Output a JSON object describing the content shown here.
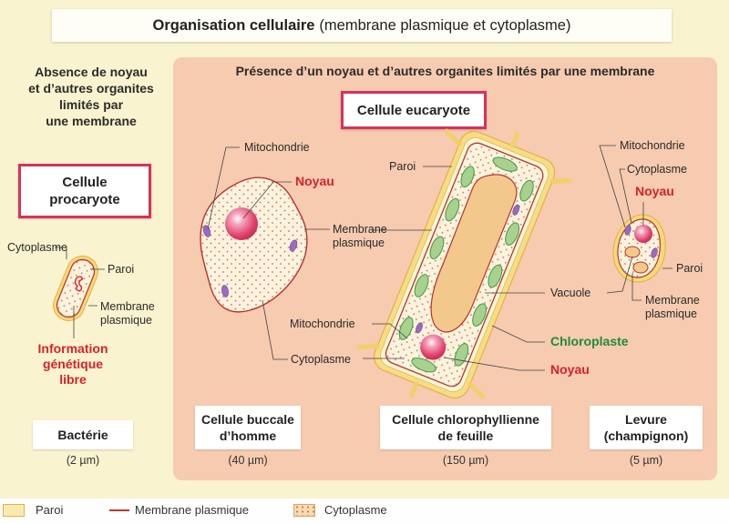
{
  "title": {
    "bold": "Organisation cellulaire",
    "rest": "(membrane plasmique et cytoplasme)"
  },
  "prokaryote": {
    "heading": [
      "Absence de noyau",
      "et d’autres organites",
      "limités par",
      "une membrane"
    ],
    "tag": [
      "Cellule",
      "procaryote"
    ],
    "labels": {
      "cytoplasme": "Cytoplasme",
      "paroi": "Paroi",
      "membrane": [
        "Membrane",
        "plasmique"
      ],
      "info": [
        "Information",
        "génétique",
        "libre"
      ]
    },
    "name": "Bactérie",
    "size": "(2 µm)"
  },
  "eukaryote": {
    "heading": "Présence d’un noyau et d’autres organites limités par une membrane",
    "tag": "Cellule eucaryote",
    "buccal": {
      "labels": {
        "mitochondrie": "Mitochondrie",
        "noyau": "Noyau",
        "membrane": [
          "Membrane",
          "plasmique"
        ],
        "cytoplasme": "Cytoplasme"
      },
      "name": [
        "Cellule buccale",
        "d’homme"
      ],
      "size": "(40 µm)"
    },
    "leaf": {
      "labels": {
        "paroi": "Paroi",
        "mitochondrie": "Mitochondrie",
        "vacuole": "Vacuole",
        "chloroplaste": "Chloroplaste",
        "noyau": "Noyau"
      },
      "name": [
        "Cellule chlorophyllienne",
        "de feuille"
      ],
      "size": "(150 µm)"
    },
    "yeast": {
      "labels": {
        "mitochondrie": "Mitochondrie",
        "cytoplasme": "Cytoplasme",
        "noyau": "Noyau",
        "paroi": "Paroi",
        "membrane": [
          "Membrane",
          "plasmique"
        ]
      },
      "name": [
        "Levure",
        "(champignon)"
      ],
      "size": "(5 µm)"
    }
  },
  "legend": [
    {
      "icon": "paroi-swatch-icon",
      "label": "Paroi"
    },
    {
      "icon": "membrane-line-icon",
      "label": "Membrane plasmique"
    },
    {
      "icon": "cytoplasme-swatch-icon",
      "label": "Cytoplasme"
    }
  ],
  "colors": {
    "page_bg": "#f9f3cf",
    "eukaryote_panel": "#f6cbb0",
    "tag_border": "#d6335a",
    "red_label": "#d72229",
    "green_label": "#1e8a3c",
    "paroi": "#f5d97a",
    "membrane": "#c0392b",
    "cytoplasm": "#fbf3de",
    "nucleus": "#e0466f",
    "mitochondria": "#9b6bbf",
    "chloroplast": "#a9d18e",
    "vacuole": "#f2c88d"
  }
}
